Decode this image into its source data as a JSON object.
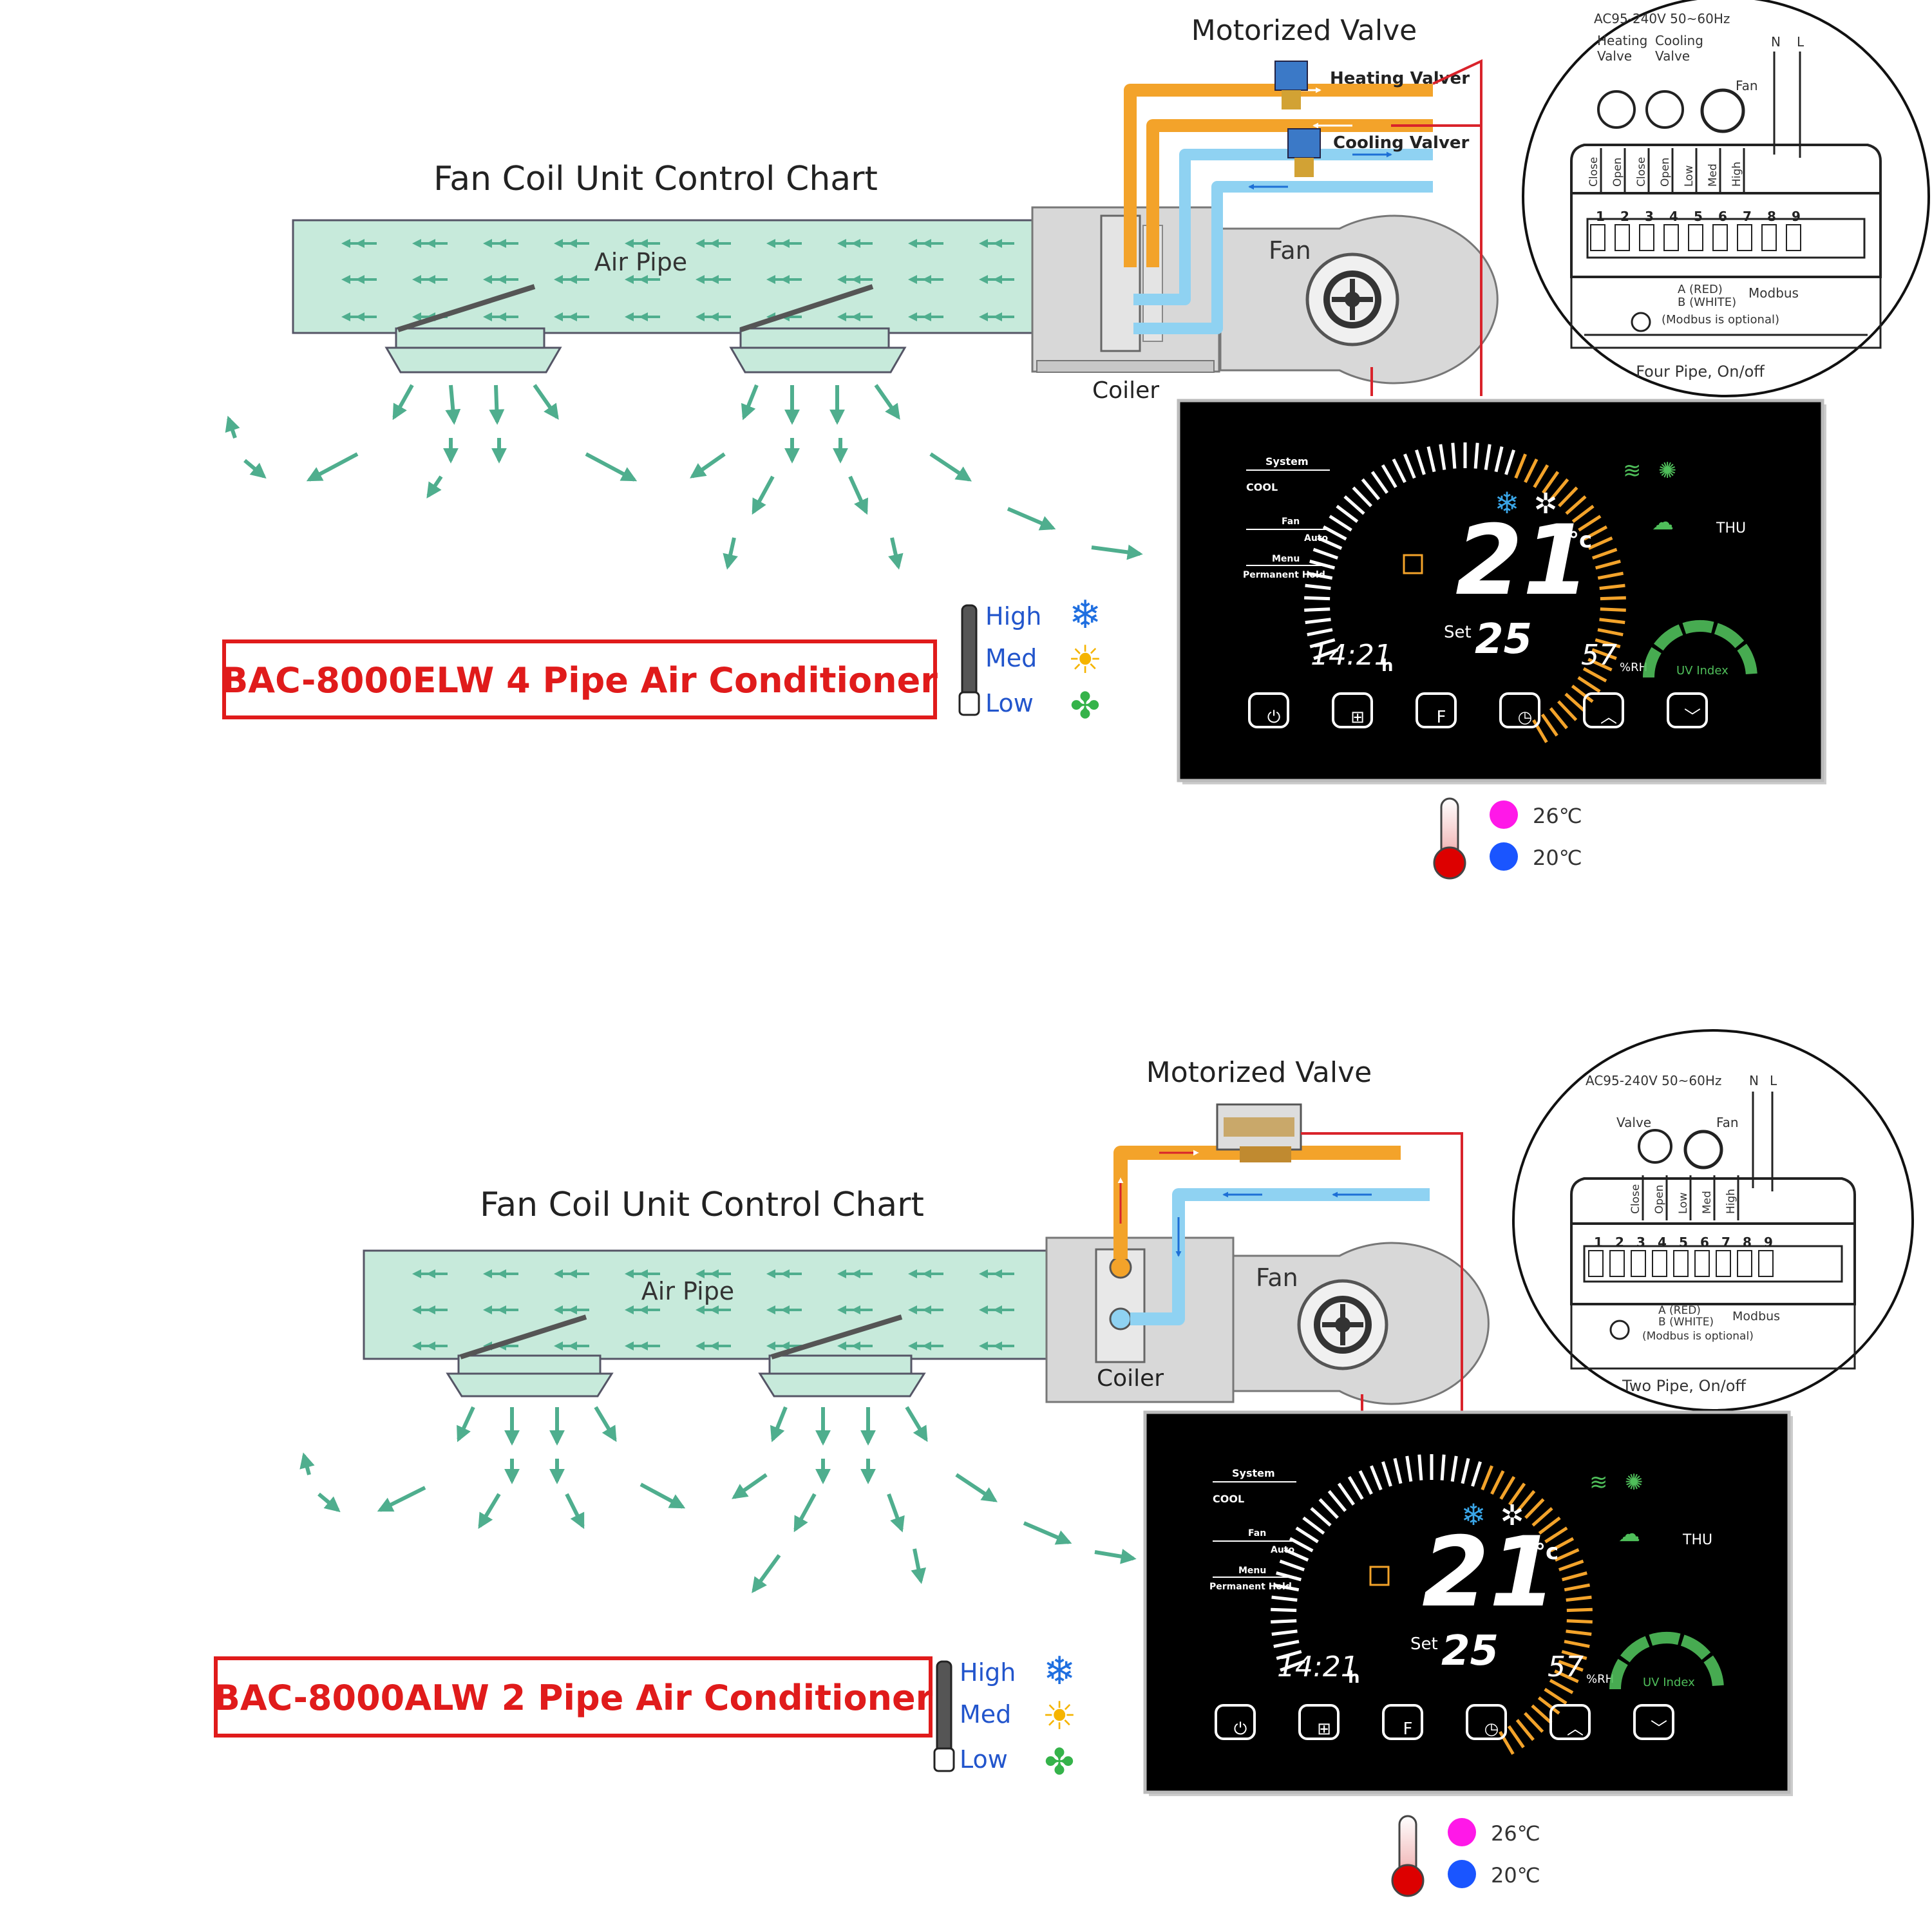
{
  "panels": [
    {
      "chart_title": "Fan Coil Unit Control Chart",
      "air_pipe_label": "Air Pipe",
      "fan_label": "Fan",
      "coiler_label": "Coiler",
      "valve_title": "Motorized Valve",
      "valve_labels": [
        "Heating Valver",
        "Cooling Valver"
      ],
      "model_label": "BAC-8000ELW 4 Pipe Air Conditioner",
      "speed_labels": [
        "High",
        "Med",
        "Low"
      ],
      "wiring": {
        "power": "AC95-240V  50~60Hz",
        "device_labels": [
          "Heating\nValve",
          "Cooling\nValve"
        ],
        "fan": "Fan",
        "n": "N",
        "l": "L",
        "terminals": [
          "Close",
          "Open",
          "Close",
          "Open",
          "Low",
          "Med",
          "High"
        ],
        "numbers": [
          "1",
          "2",
          "3",
          "4",
          "5",
          "6",
          "7",
          "8",
          "9"
        ],
        "modbus_a": "A (RED)",
        "modbus_b": "B (WHITE)",
        "modbus": "Modbus",
        "modbus_note": "(Modbus is optional)",
        "caption": "Four Pipe, On/off"
      },
      "thermostat": {
        "system": "System",
        "mode": "COOL",
        "fan": "Fan",
        "fan_mode": "Auto",
        "menu": "Menu",
        "hold": "Permanent Hold",
        "temp": "21",
        "unit": "°c",
        "set_label": "Set",
        "set_temp": "25",
        "time": "14:21",
        "time_suffix": "h",
        "humidity": "57",
        "humidity_unit": "%RH",
        "day": "THU",
        "uv": "UV Index"
      },
      "legend": [
        {
          "label": "26℃",
          "color": "#ff18e8"
        },
        {
          "label": "20℃",
          "color": "#1a55ff"
        }
      ]
    },
    {
      "chart_title": "Fan Coil Unit Control Chart",
      "air_pipe_label": "Air Pipe",
      "fan_label": "Fan",
      "coiler_label": "Coiler",
      "valve_title": "Motorized Valve",
      "valve_labels": [],
      "model_label": "BAC-8000ALW 2 Pipe Air Conditioner",
      "speed_labels": [
        "High",
        "Med",
        "Low"
      ],
      "wiring": {
        "power": "AC95-240V  50~60Hz",
        "device_labels": [
          "Valve"
        ],
        "fan": "Fan",
        "n": "N",
        "l": "L",
        "terminals": [
          "Close",
          "Open",
          "Low",
          "Med",
          "High"
        ],
        "numbers": [
          "1",
          "2",
          "3",
          "4",
          "5",
          "6",
          "7",
          "8",
          "9"
        ],
        "modbus_a": "A (RED)",
        "modbus_b": "B (WHITE)",
        "modbus": "Modbus",
        "modbus_note": "(Modbus is optional)",
        "caption": "Two Pipe, On/off"
      },
      "thermostat": {
        "system": "System",
        "mode": "COOL",
        "fan": "Fan",
        "fan_mode": "Auto",
        "menu": "Menu",
        "hold": "Permanent Hold",
        "temp": "21",
        "unit": "°c",
        "set_label": "Set",
        "set_temp": "25",
        "time": "14:21",
        "time_suffix": "h",
        "humidity": "57",
        "humidity_unit": "%RH",
        "day": "THU",
        "uv": "UV Index"
      },
      "legend": [
        {
          "label": "26℃",
          "color": "#ff18e8"
        },
        {
          "label": "20℃",
          "color": "#1a55ff"
        }
      ]
    }
  ],
  "colors": {
    "duct": "#c7eadb",
    "arrow": "#4fae8e",
    "hot_pipe": "#f3a32a",
    "cold_pipe": "#8fd2f2",
    "wire": "#d9232b",
    "model_red": "#e01b1b",
    "speed_blue": "#2255cc"
  }
}
